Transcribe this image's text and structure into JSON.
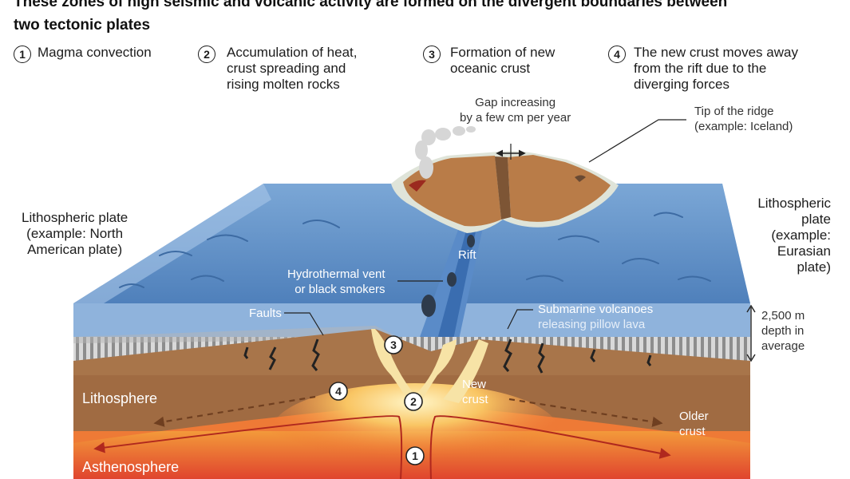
{
  "title": {
    "line1": "These zones of high seismic and volcanic activity are formed on the divergent boundaries between",
    "line2": "two tectonic plates"
  },
  "steps": [
    {
      "num": "1",
      "lines": [
        "Magma convection"
      ]
    },
    {
      "num": "2",
      "lines": [
        "Accumulation of heat,",
        "crust spreading and",
        "rising molten rocks"
      ]
    },
    {
      "num": "3",
      "lines": [
        "Formation of new",
        "oceanic crust"
      ]
    },
    {
      "num": "4",
      "lines": [
        "The new crust moves away",
        "from the rift due to the",
        "diverging forces"
      ]
    }
  ],
  "labels": {
    "gap": [
      "Gap increasing",
      "by a few cm per  year"
    ],
    "tip": [
      "Tip of the ridge",
      "(example: Iceland)"
    ],
    "left_plate": [
      "Lithospheric plate",
      "(example: North",
      "American plate)"
    ],
    "right_plate": [
      "Lithospheric",
      "plate",
      "(example:",
      "Eurasian",
      "plate)"
    ],
    "rift": "Rift",
    "vent": [
      "Hydrothermal vent",
      "or black smokers"
    ],
    "faults": "Faults",
    "volcano": [
      "Submarine volcanoes",
      "releasing pillow lava"
    ],
    "depth": [
      "2,500 m",
      "depth in",
      "average"
    ],
    "lithosphere": "Lithosphere",
    "asthenosphere": "Asthenosphere",
    "new_crust": [
      "New",
      "crust"
    ],
    "older_crust": [
      "Older",
      "crust"
    ]
  },
  "markers": {
    "m1": "1",
    "m2": "2",
    "m3": "3",
    "m4": "4"
  },
  "colors": {
    "ocean_top": "#5b8fc6",
    "ocean_face": "#8fb3dc",
    "crust_brown": "#a8754a",
    "island_brown": "#b97c48",
    "lithosphere": "#a06b42",
    "asthenosphere": "#e0442e",
    "magma": "#f7e3a6",
    "arrow_red": "#b0281e"
  }
}
